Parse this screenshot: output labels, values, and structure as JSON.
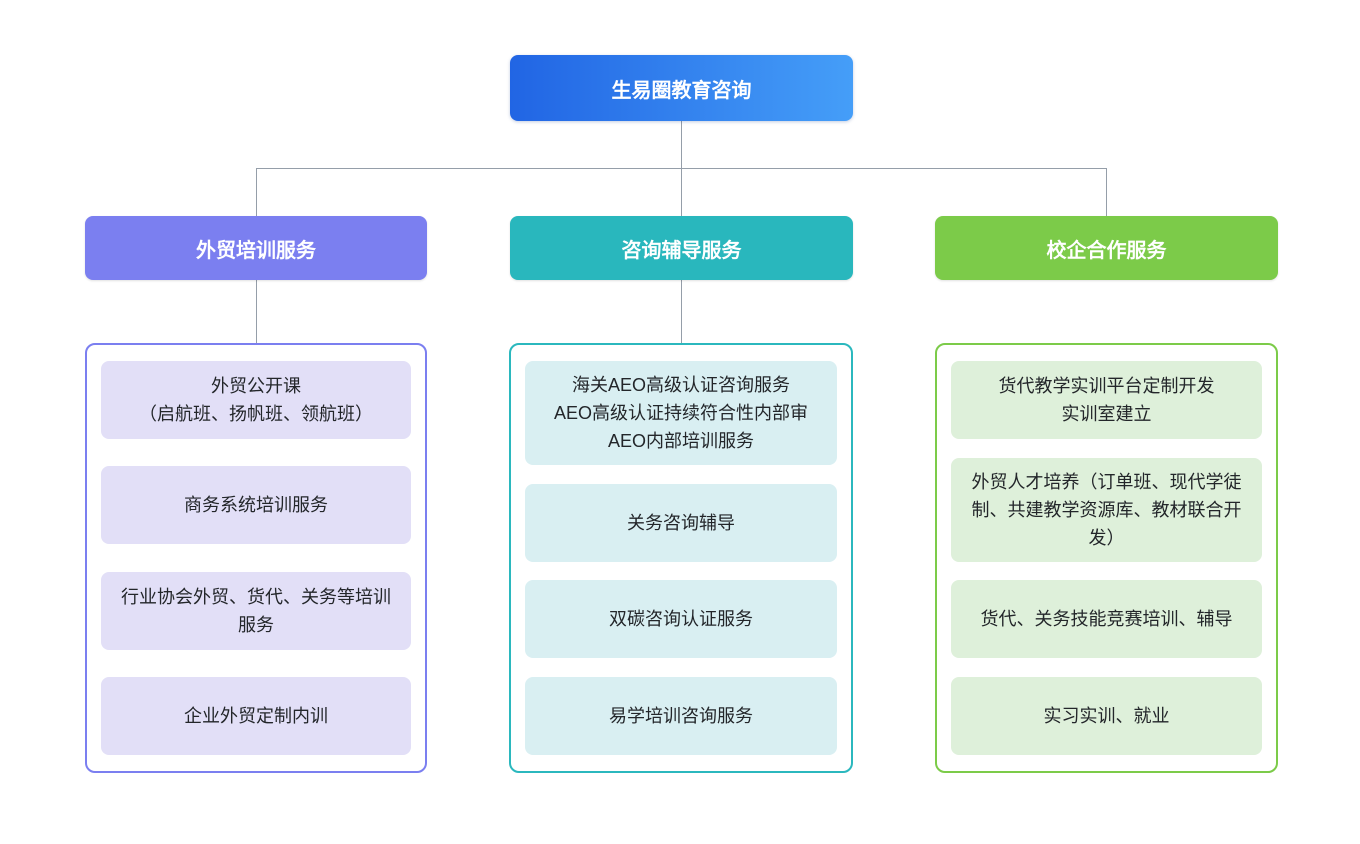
{
  "root": {
    "label": "生易圈教育咨询"
  },
  "branches": [
    {
      "label": "外贸培训服务",
      "items": [
        "外贸公开课\n（启航班、扬帆班、领航班）",
        "商务系统培训服务",
        "行业协会外贸、货代、关务等培训服务",
        "企业外贸定制内训"
      ]
    },
    {
      "label": "咨询辅导服务",
      "items": [
        "海关AEO高级认证咨询服务\nAEO高级认证持续符合性内部审\nAEO内部培训服务",
        "关务咨询辅导",
        "双碳咨询认证服务",
        "易学培训咨询服务"
      ]
    },
    {
      "label": "校企合作服务",
      "items": [
        "货代教学实训平台定制开发\n实训室建立",
        "外贸人才培养（订单班、现代学徒制、共建教学资源库、教材联合开发）",
        "货代、关务技能竞赛培训、辅导",
        "实习实训、就业"
      ]
    }
  ],
  "colors": {
    "root_gradient_start": "#2165e4",
    "root_gradient_end": "#459ef8",
    "branch_trade_training": "#7b7ff0",
    "branch_consulting": "#29b7bd",
    "branch_school_enterprise": "#7ccb49",
    "item_bg_trade_training": "#e2dff7",
    "item_bg_consulting": "#d9eff2",
    "item_bg_school_enterprise": "#def0da",
    "connector": "#959ea9",
    "background": "#ffffff"
  }
}
